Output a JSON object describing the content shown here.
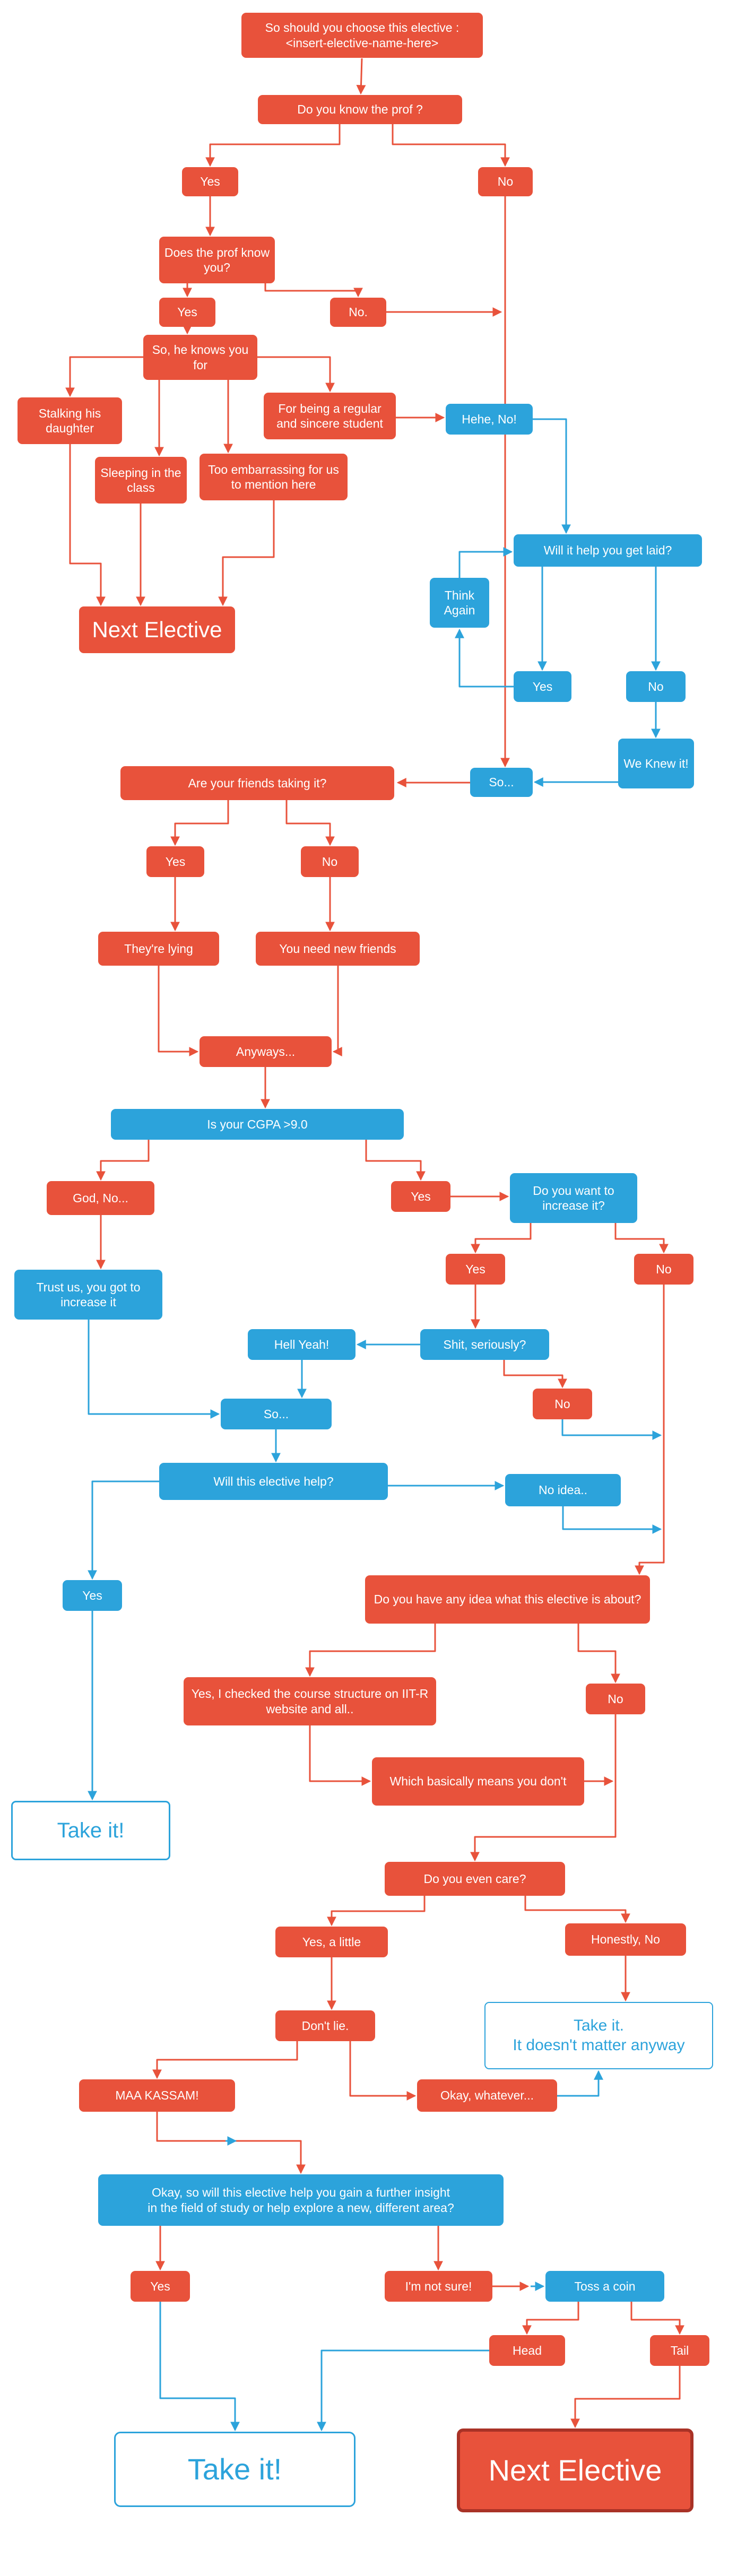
{
  "colors": {
    "red": "#E8523B",
    "red_dark_border": "#A93226",
    "blue": "#2CA3DB",
    "background": "#FFFFFF",
    "text_on_fill": "#FFFFFF"
  },
  "nodes": {
    "title": "So should you choose this elective :\n<insert-elective-name-here>",
    "know_prof": "Do you know the prof ?",
    "yes1": "Yes",
    "no1": "No",
    "prof_know_you": "Does the prof know you?",
    "yes2": "Yes",
    "no2": "No.",
    "knows_you_for": "So, he knows you for",
    "stalking": "Stalking his daughter",
    "regular": "For being a regular and sincere student",
    "sleeping": "Sleeping in the class",
    "embarrassing": "Too embarrassing for us to mention here",
    "hehe_no": "Hehe, No!",
    "next_elective_1": "Next Elective",
    "get_laid": "Will it help you get laid?",
    "think_again": "Think Again",
    "yes_laid": "Yes",
    "no_laid": "No",
    "we_knew": "We Knew it!",
    "so1": "So...",
    "friends": "Are your friends taking it?",
    "yes3": "Yes",
    "no3": "No",
    "lying": "They're lying",
    "new_friends": "You need new friends",
    "anyways": "Anyways...",
    "cgpa": "Is your CGPA >9.0",
    "god_no": "God, No...",
    "yes4": "Yes",
    "want_increase": "Do you want to increase it?",
    "trust_us": "Trust us, you got to increase it",
    "yes5": "Yes",
    "no4": "No",
    "hell_yeah": "Hell Yeah!",
    "shit_seriously": "Shit, seriously?",
    "no5": "No",
    "so2": "So...",
    "elective_help": "Will this elective help?",
    "no_idea": "No idea..",
    "yes6": "Yes",
    "any_idea": "Do you have any idea what this elective is about?",
    "checked": "Yes, I checked the course structure on IIT-R website and all..",
    "no6": "No",
    "basically": "Which basically means you don't",
    "take_it_1": "Take it!",
    "even_care": "Do you even care?",
    "yes_little": "Yes, a little",
    "honestly_no": "Honestly, No",
    "dont_lie": "Don't lie.",
    "take_it_anyway": "Take it.\nIt doesn't matter anyway",
    "maa_kassam": "MAA KASSAM!",
    "okay_whatever": "Okay, whatever...",
    "big_question": "Okay, so will this elective help you gain a further insight\nin the field of study or help explore a new,  different area?",
    "yes7": "Yes",
    "not_sure": "I'm not sure!",
    "toss_coin": "Toss a coin",
    "head": "Head",
    "tail": "Tail",
    "take_it_big": "Take it!",
    "next_elective_2": "Next Elective"
  }
}
